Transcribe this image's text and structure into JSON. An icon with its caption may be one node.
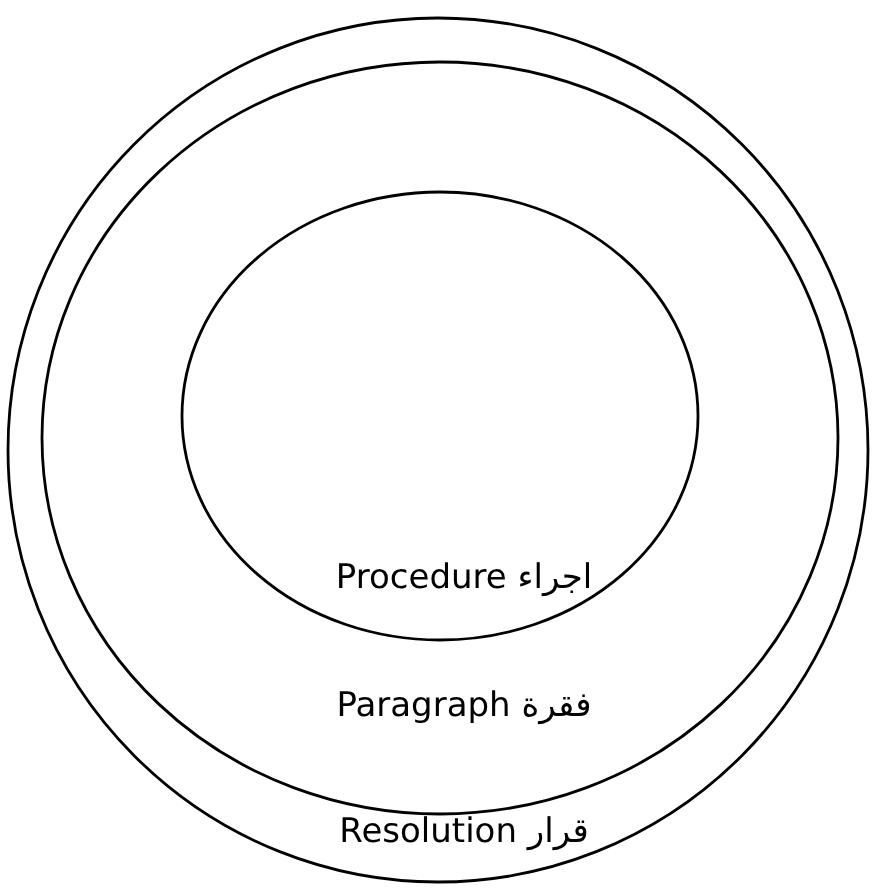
{
  "diagram": {
    "nodes": [
      {
        "text": [
          "Resolution قرار"
        ]
      },
      {
        "text": [
          "Paragraph فقرة"
        ],
        "in": 0
      },
      {
        "text": [
          "Procedure اجراء"
        ],
        "in": 1
      }
    ]
  }
}
